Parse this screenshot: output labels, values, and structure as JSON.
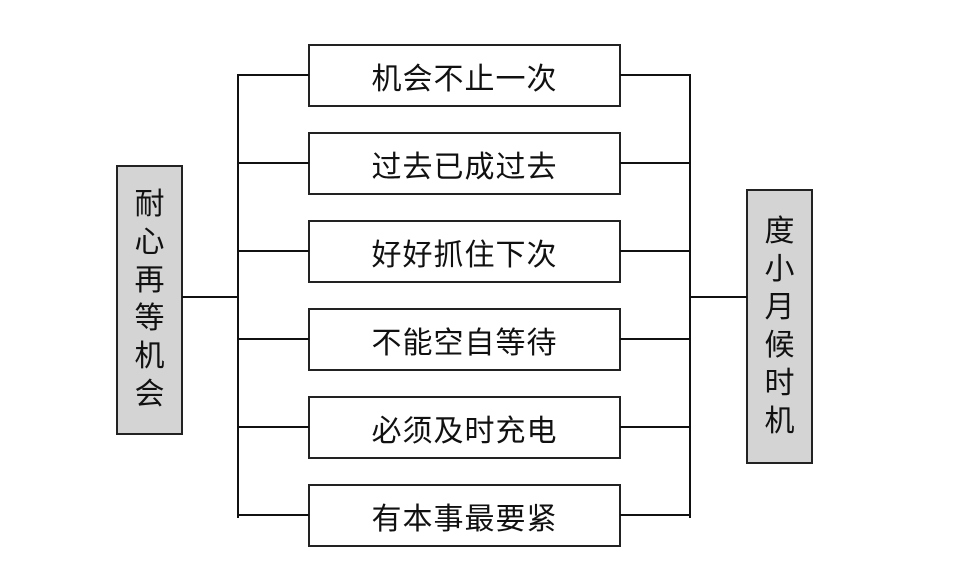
{
  "diagram": {
    "left_node": {
      "label": "耐心再等机会",
      "fill": "#d4d4d4"
    },
    "right_node": {
      "label": "度小月候时机",
      "fill": "#d4d4d4"
    },
    "middle_nodes": [
      {
        "label": "机会不止一次"
      },
      {
        "label": "过去已成过去"
      },
      {
        "label": "好好抓住下次"
      },
      {
        "label": "不能空自等待"
      },
      {
        "label": "必须及时充电"
      },
      {
        "label": "有本事最要紧"
      }
    ]
  }
}
